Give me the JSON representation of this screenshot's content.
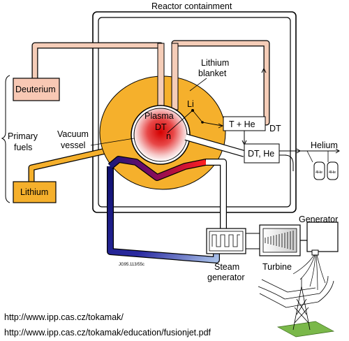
{
  "labels": {
    "containment": "Reactor containment",
    "lithium_blanket_1": "Lithium",
    "lithium_blanket_2": "blanket",
    "deuterium": "Deuterium",
    "lithium": "Lithium",
    "primary_fuels_1": "Primary",
    "primary_fuels_2": "fuels",
    "vacuum_vessel_1": "Vacuum",
    "vacuum_vessel_2": "vessel",
    "plasma": "Plasma",
    "dt": "DT",
    "n": "n",
    "li": "Li",
    "t_he": "T + He",
    "dt_right": "DT",
    "dt_he": "DT, He",
    "helium": "Helium",
    "he_a": "4He",
    "he_b": "4He",
    "generator": "Generator",
    "steam_1": "Steam",
    "steam_2": "generator",
    "turbine": "Turbine",
    "code": "JG95.113/55c"
  },
  "urls": {
    "line1": "http://www.ipp.cas.cz/tokamak/",
    "line2": "http://www.ipp.cas.cz/tokamak/education/fusionjet.pdf"
  },
  "colors": {
    "torus": "#f5b02c",
    "deuterium_box": "#f8c8b4",
    "lithium_box": "#f5b02c",
    "pipe_pink": "#f5cdb8",
    "pipe_blue": "#1a1a8a",
    "plasma_red": "#e21a1a"
  }
}
